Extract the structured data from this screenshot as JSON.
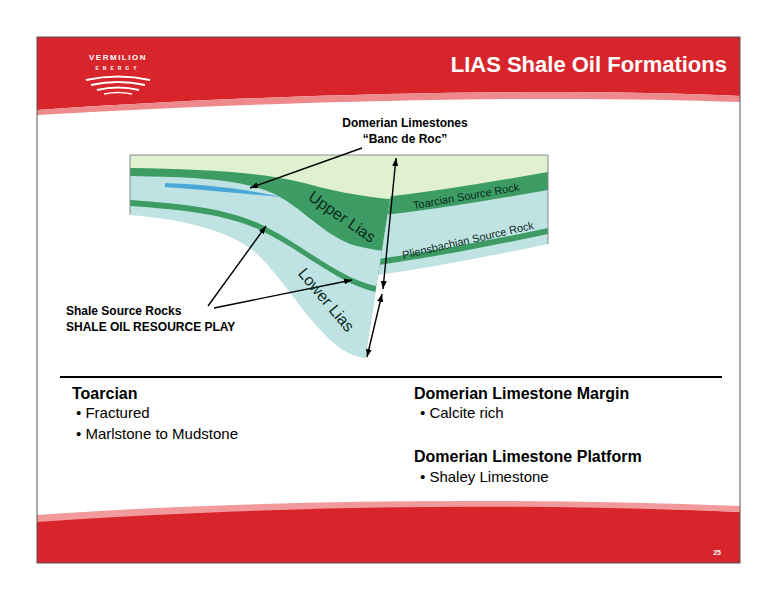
{
  "diagram": {
    "title": "LIAS Shale Oil Formations",
    "labels": [
      "VERMILION",
      "ENERGY",
      "Domerian Limestones",
      "“Banc de Roc”",
      "Upper Lias",
      "Lower Lias",
      "Toarcian Source Rock",
      "Pliensbachian Source Rock",
      "Shale Source Rocks",
      "SHALE OIL RESOURCE PLAY",
      "Toarcian",
      "• Fractured",
      "• Marlstone to Mudstone",
      "Domerian Limestone Margin",
      "• Calcite rich",
      "Domerian Limestone Platform",
      "• Shaley Limestone",
      "25"
    ]
  }
}
